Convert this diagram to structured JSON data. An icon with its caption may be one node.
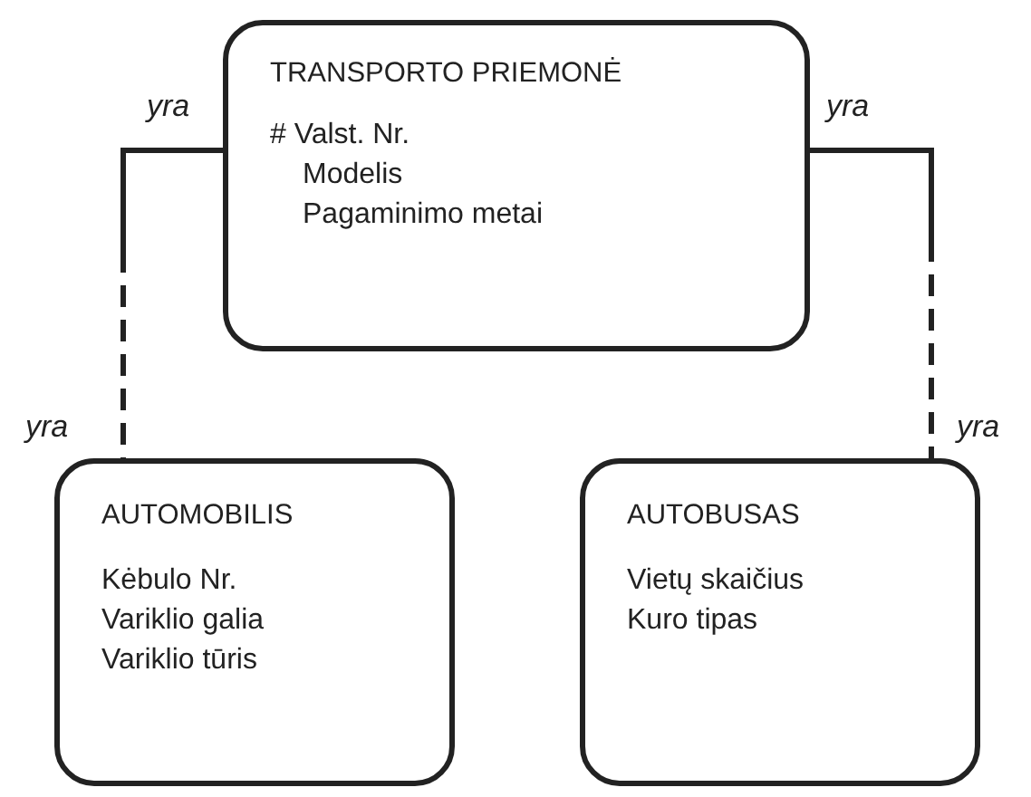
{
  "diagram": {
    "nodes": [
      {
        "text": [
          "TRANSPORTO PRIEMONĖ",
          "# Valst. Nr.",
          "Modelis",
          "Pagaminimo metai"
        ]
      },
      {
        "text": [
          "AUTOMOBILIS",
          "Kėbulo Nr.",
          "Variklio galia",
          "Variklio tūris"
        ]
      },
      {
        "text": [
          "AUTOBUSAS",
          "Vietų skaičius",
          "Kuro tipas"
        ]
      }
    ],
    "edges": [
      {
        "from": 0,
        "to": 1,
        "arrow": "none",
        "label": "yra"
      },
      {
        "from": 0,
        "to": 2,
        "arrow": "none",
        "label": "yra"
      }
    ],
    "labels": [
      "yra",
      "yra"
    ]
  }
}
